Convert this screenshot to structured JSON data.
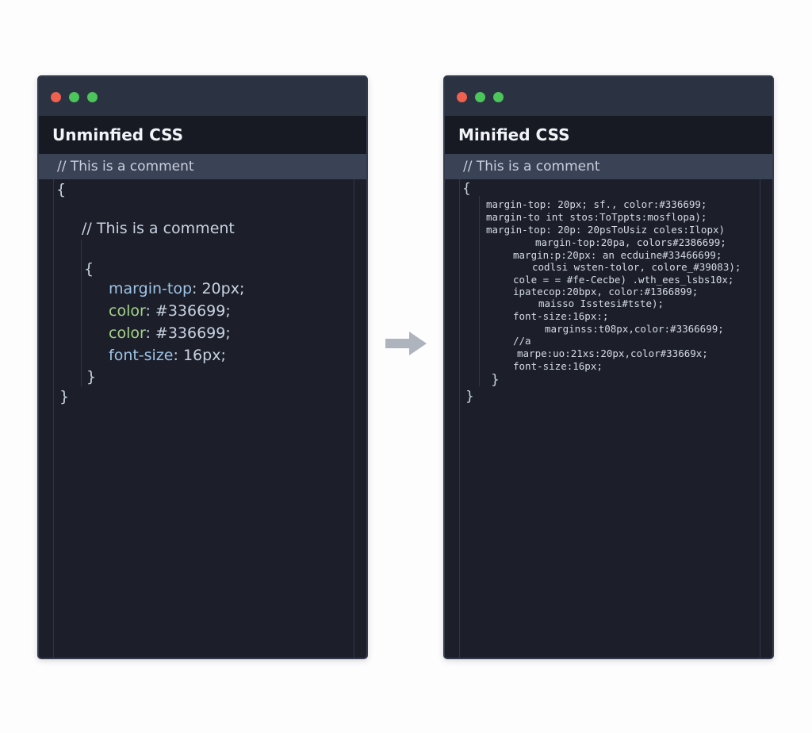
{
  "left_window": {
    "title": "Unminfied CSS",
    "comment_bar": "// This is a comment",
    "code": {
      "open_brace": "{",
      "comment": "// This is a comment",
      "inner_open": "{",
      "lines": [
        {
          "prop": "margin-top",
          "value": ": 20px;"
        },
        {
          "prop": "color",
          "value": ": #336699;"
        },
        {
          "prop": "color",
          "value": ": #336699;"
        },
        {
          "prop": "font-size",
          "value": ": 16px;"
        }
      ],
      "inner_close": "}",
      "close_brace": "}"
    }
  },
  "right_window": {
    "title": "Minified CSS",
    "comment_bar": "// This is a comment",
    "open_brace": "{",
    "lines": [
      "margin-top: 20px; sf., color:#336699;",
      "margin-to int stos:ToTppts:mosflopa);",
      "margin-top: 20p: 20psToUsiz coles:Ilopx)",
      "margin-top:20pa, colors#2386699;",
      "margin:p:20px: an ecduine#33466699;",
      "codlsi wsten-tolor, colore_#39083);",
      "cole = = #fe-Cecbe) .wth_ees_lsbs10x;",
      "ipatecop:20bpx, color:#1366899;",
      "maisso Isstesi#tste);",
      "font-size:16px:;",
      "marginss:t08px,color:#3366699;",
      "//a",
      "marpe:uo:21xs:20px,color#33669x;",
      "font-size:16px;"
    ],
    "inner_close": "}",
    "close_brace": "}"
  },
  "colors": {
    "red": "#f0604f",
    "green": "#4cc55a",
    "property": "#9ec3e6",
    "keyword": "#a5d28a",
    "arrow": "#aeb4bd"
  },
  "icons": {
    "arrow": "arrow-right-icon"
  }
}
